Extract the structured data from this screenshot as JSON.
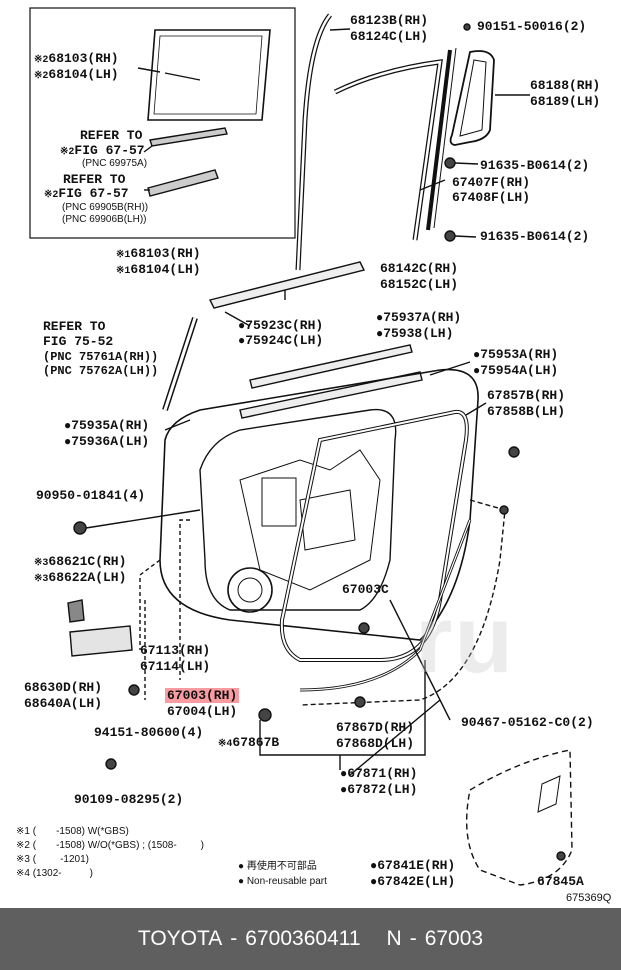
{
  "labels": {
    "p68123B": "68123B(RH)",
    "p68124C": "68124C(LH)",
    "p90151": "90151-50016(2)",
    "p68103_top": "68103(RH)",
    "p68104_top": "68104(LH)",
    "p68188": "68188(RH)",
    "p68189": "68189(LH)",
    "refer1_a": "REFER TO",
    "refer1_b": "FIG 67-57",
    "refer1_c": "(PNC 69975A)",
    "p91635_a": "91635-B0614(2)",
    "refer2_a": "REFER TO",
    "refer2_b": "FIG 67-57",
    "refer2_c": "(PNC 69905B(RH))",
    "refer2_d": "(PNC 69906B(LH))",
    "p67407F": "67407F(RH)",
    "p67408F": "67408F(LH)",
    "p91635_b": "91635-B0614(2)",
    "p68103_mid": "68103(RH)",
    "p68104_mid": "68104(LH)",
    "p68142C": "68142C(RH)",
    "p68152C": "68152C(LH)",
    "refer3_a": "REFER TO",
    "refer3_b": "FIG 75-52",
    "refer3_c": "(PNC 75761A(RH))",
    "refer3_d": "(PNC 75762A(LH))",
    "p75923C": "75923C(RH)",
    "p75924C": "75924C(LH)",
    "p75937A": "75937A(RH)",
    "p75938": "75938(LH)",
    "p75953A": "75953A(RH)",
    "p75954A": "75954A(LH)",
    "p67857B": "67857B(RH)",
    "p67858B": "67858B(LH)",
    "p75935A": "75935A(RH)",
    "p75936A": "75936A(LH)",
    "p90950": "90950-01841(4)",
    "p68621C": "68621C(RH)",
    "p68622A": "68622A(LH)",
    "p67003C": "67003C",
    "p67113": "67113(RH)",
    "p67114": "67114(LH)",
    "p68630D": "68630D(RH)",
    "p68640A": "68640A(LH)",
    "p67003": "67003(RH)",
    "p67004": "67004(LH)",
    "p94151": "94151-80600(4)",
    "p67867B": "67867B",
    "p67867D": "67867D(RH)",
    "p67868D": "67868D(LH)",
    "p90467": "90467-05162-C0(2)",
    "p67871": "67871(RH)",
    "p67872": "67872(LH)",
    "p90109": "90109-08295(2)",
    "p67841E": "67841E(RH)",
    "p67842E": "67842E(LH)",
    "p67845A": "67845A"
  },
  "prefixes": {
    "x1": "※1",
    "x2": "※2",
    "x3": "※3",
    "x4": "※4",
    "dot": "●"
  },
  "notes": {
    "n1_key": "※1 (",
    "n1_val": "-1508) W(*GBS)",
    "n2_key": "※2 (",
    "n2_val": "-1508) W/O(*GBS) ; (1508-",
    "n2_end": ")",
    "n3_key": "※3 (",
    "n3_val": "-1201)",
    "n4_key": "※4 (1302-",
    "n4_end": ")",
    "legend1": "再使用不可部品",
    "legend2": "Non-reusable part"
  },
  "figure_code": "675369Q",
  "watermark": "ru",
  "footer": {
    "brand": "TOYOTA",
    "sep1": "-",
    "part_number": "6700360411",
    "code": "N",
    "sep2": "-",
    "pnc": "67003"
  },
  "highlight_color": "#f05a64"
}
